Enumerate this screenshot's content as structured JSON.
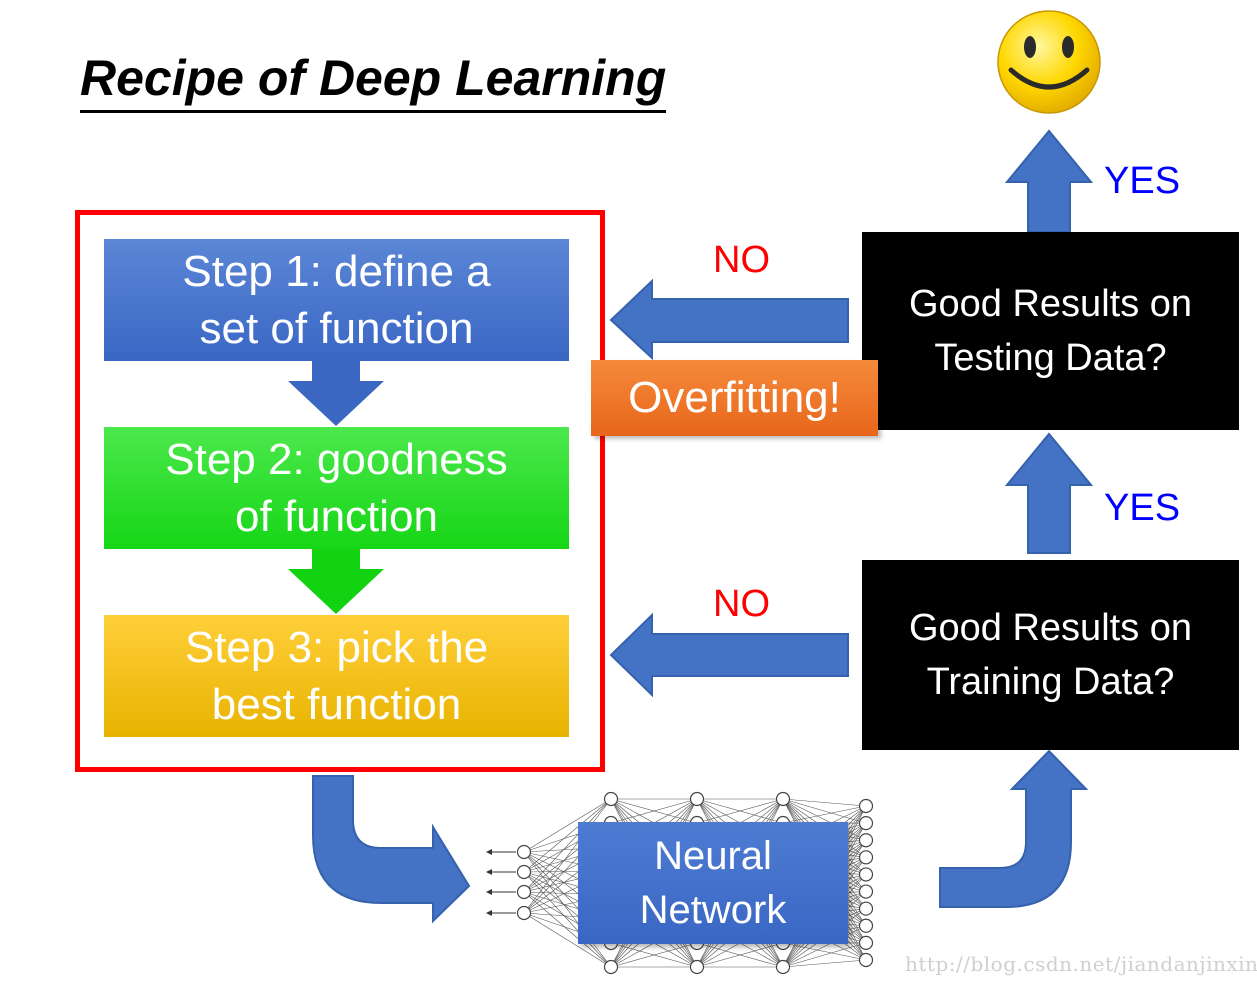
{
  "title": "Recipe of Deep Learning",
  "steps": {
    "step1": [
      "Step 1: define a",
      "set of function"
    ],
    "step2": [
      "Step 2: goodness",
      "of function"
    ],
    "step3": [
      "Step 3: pick the",
      "best function"
    ]
  },
  "decisions": {
    "testing": [
      "Good Results on",
      "Testing Data?"
    ],
    "training": [
      "Good Results on",
      "Training Data?"
    ]
  },
  "labels": {
    "no_top": "NO",
    "no_bottom": "NO",
    "yes_top": "YES",
    "yes_middle": "YES"
  },
  "overfitting": "Overfitting!",
  "neural_network": [
    "Neural",
    "Network"
  ],
  "watermark": "http://blog.csdn.net/jiandanjinxin",
  "icons": [
    "smiley-face-icon",
    "neural-net-graphic"
  ],
  "colors": {
    "frame": "#ff0000",
    "step1": "#3a67c4",
    "step2": "#16d616",
    "step3": "#e8b300",
    "arrow": "#4472c4",
    "overfitting": "#e8661c",
    "no": "#ff0000",
    "yes": "#0000ff"
  }
}
